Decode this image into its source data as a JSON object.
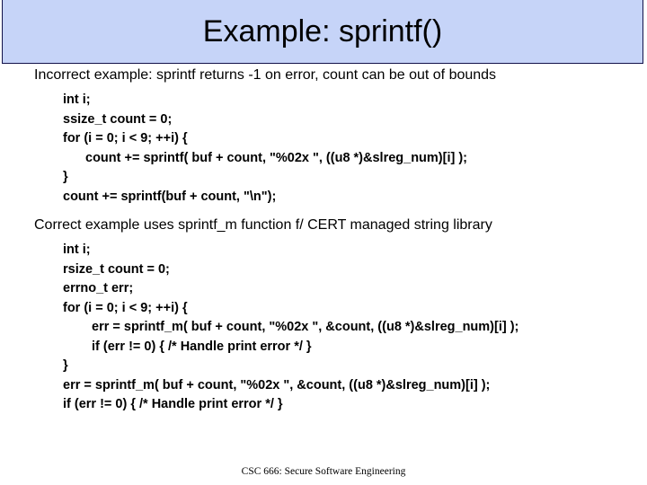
{
  "slide": {
    "title": "Example: sprintf()",
    "banner_color": "#c6d4f8",
    "banner_border_color": "#13124a",
    "background_color": "#ffffff",
    "text_color": "#000000",
    "footer": "CSC 666: Secure Software Engineering"
  },
  "sections": [
    {
      "heading": "Incorrect example: sprintf returns -1 on error, count can be out of bounds",
      "code": [
        {
          "text": "int i;",
          "indent": 0
        },
        {
          "text": "ssize_t count = 0;",
          "indent": 0
        },
        {
          "text": "for (i = 0; i < 9; ++i) {",
          "indent": 0
        },
        {
          "text": "count += sprintf( buf + count, \"%02x \", ((u8 *)&slreg_num)[i] );",
          "indent": 1
        },
        {
          "text": "}",
          "indent": 0
        },
        {
          "text": "count += sprintf(buf + count, \"\\n\");",
          "indent": 0
        }
      ]
    },
    {
      "heading": "Correct example uses sprintf_m function f/ CERT managed string library",
      "code": [
        {
          "text": "int i;",
          "indent": 0
        },
        {
          "text": "rsize_t count = 0;",
          "indent": 0
        },
        {
          "text": "errno_t err;",
          "indent": 0
        },
        {
          "text": "for (i = 0; i < 9; ++i) {",
          "indent": 0
        },
        {
          "text": "err = sprintf_m( buf + count, \"%02x \", &count, ((u8 *)&slreg_num)[i] );",
          "indent": 2
        },
        {
          "text": "if (err != 0) { /* Handle print error */ }",
          "indent": 2
        },
        {
          "text": "}",
          "indent": 0
        },
        {
          "text": "err = sprintf_m( buf + count, \"%02x \", &count, ((u8 *)&slreg_num)[i] );",
          "indent": 0
        },
        {
          "text": "if (err != 0) { /* Handle print error */ }",
          "indent": 0
        }
      ]
    }
  ]
}
